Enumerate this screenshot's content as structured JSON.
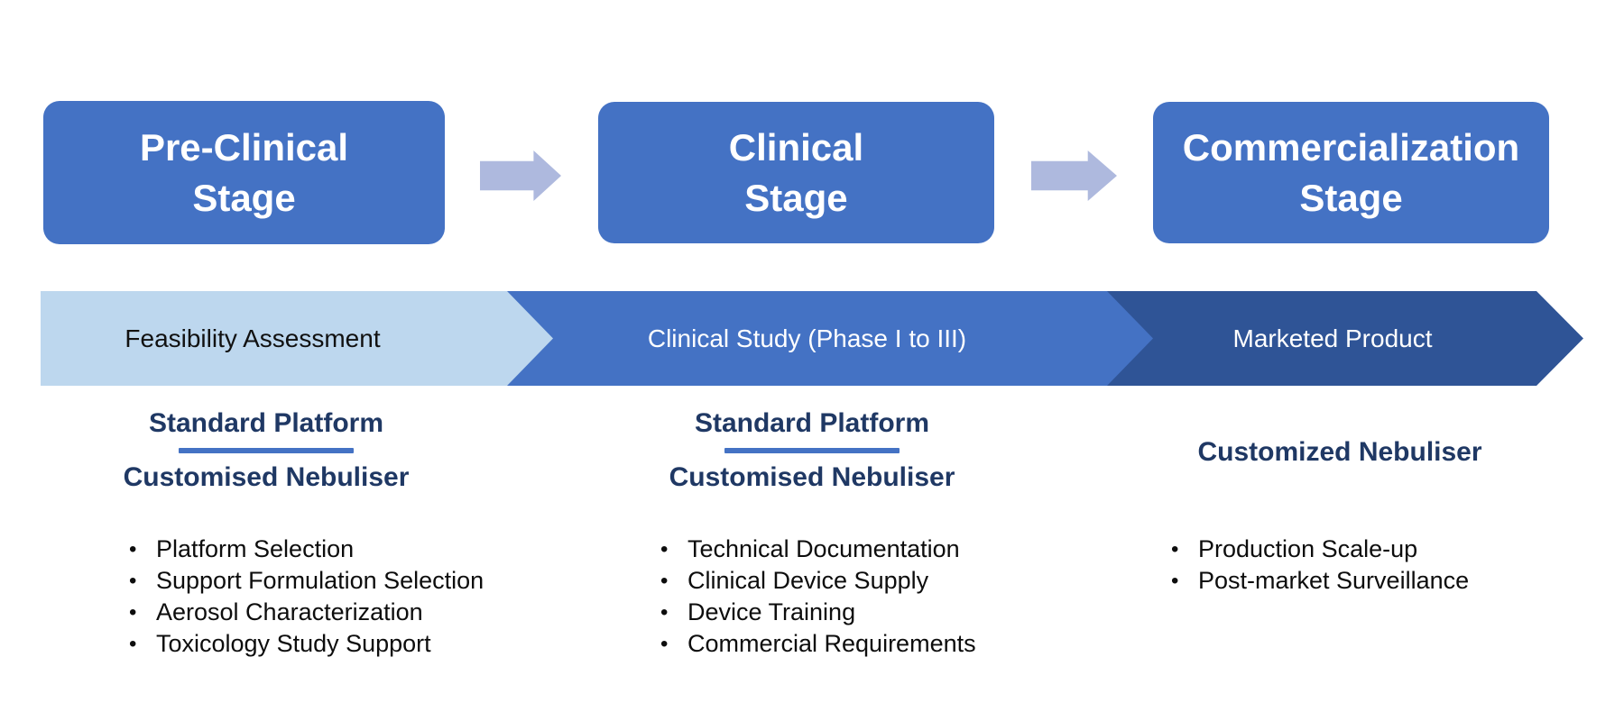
{
  "stages": [
    {
      "label": "Pre-Clinical\nStage"
    },
    {
      "label": "Clinical\nStage"
    },
    {
      "label": "Commercialization\nStage"
    }
  ],
  "timeline_segments": [
    {
      "label": "Feasibility Assessment",
      "color": "#BDD7EE",
      "text_color": "#111111"
    },
    {
      "label": "Clinical Study (Phase I to III)",
      "color": "#4472C4",
      "text_color": "#FFFFFF"
    },
    {
      "label": "Marketed Product",
      "color": "#2F5496",
      "text_color": "#FFFFFF"
    }
  ],
  "columns": [
    {
      "headers": [
        "Standard Platform",
        "Customised Nebuliser"
      ],
      "bullets": [
        "Platform Selection",
        "Support Formulation Selection",
        "Aerosol Characterization",
        "Toxicology Study Support"
      ]
    },
    {
      "headers": [
        "Standard Platform",
        "Customised Nebuliser"
      ],
      "bullets": [
        "Technical Documentation",
        "Clinical Device Supply",
        "Device Training",
        "Commercial Requirements"
      ]
    },
    {
      "headers": [
        "Customized Nebuliser"
      ],
      "bullets": [
        "Production Scale-up",
        "Post-market Surveillance"
      ]
    }
  ],
  "icons": {
    "bullet": "•"
  },
  "colors": {
    "stage_box": "#4472C4",
    "stage_text": "#FFFFFF",
    "flow_arrow": "#AEB9DE",
    "timeline_light": "#BDD7EE",
    "timeline_medium": "#4472C4",
    "timeline_dark": "#2F5496",
    "header_text": "#1F3864",
    "header_divider": "#4472C4",
    "body_text": "#0D0D0D"
  }
}
